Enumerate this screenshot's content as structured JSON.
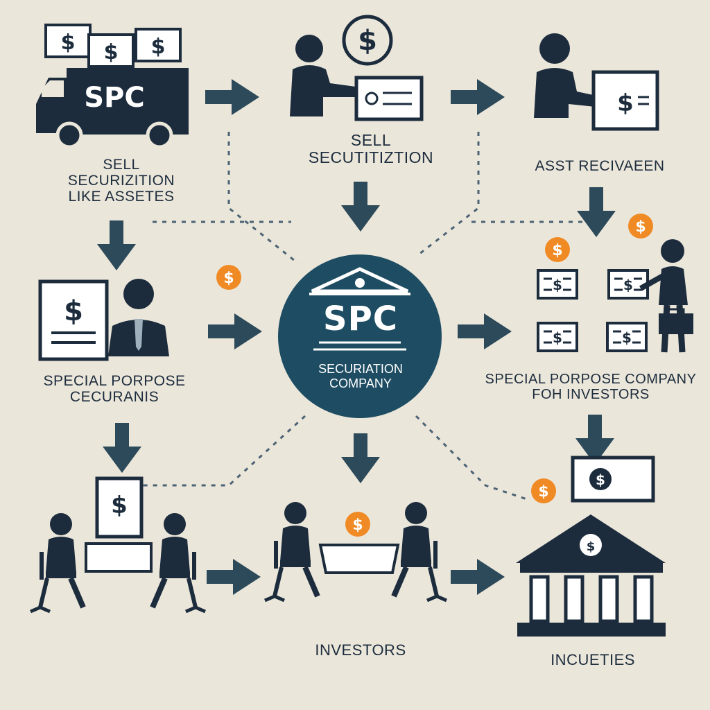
{
  "hub": {
    "title": "SPC",
    "subtitle_line1": "SECURIATION",
    "subtitle_line2": "COMPANY"
  },
  "truck": {
    "label": "SPC"
  },
  "nodes": {
    "originator": {
      "line1": "SELL",
      "line2": "SECURIZITION",
      "line3": "LIKE  ASSETES"
    },
    "sell": {
      "line1": "SELL",
      "line2": "SECUTITIZTION"
    },
    "receivables": {
      "line1": "ASST RECIVAEEN"
    },
    "special_purpose_left": {
      "line1": "SPECIAL PORPOSE",
      "line2": "CECURANIS"
    },
    "special_purpose_right": {
      "line1": "SPECIAL PORPOSE COMPANY",
      "line2": "FOH INVESTORS"
    },
    "investors": {
      "line1": "INVESTORS"
    },
    "incentives": {
      "line1": "INCUETIES"
    }
  },
  "icons": {
    "dollar": "dollar-sign",
    "coin": "orange-dollar-coin",
    "person": "person-icon",
    "bank": "bank-icon",
    "truck": "truck-icon",
    "arrow": "arrow-icon"
  },
  "colors": {
    "background": "#ebe6da",
    "navy": "#1c2c3d",
    "arrow": "#2c4a5a",
    "hub": "#1e4d63",
    "coin": "#f08a24",
    "paper": "#ffffff"
  }
}
